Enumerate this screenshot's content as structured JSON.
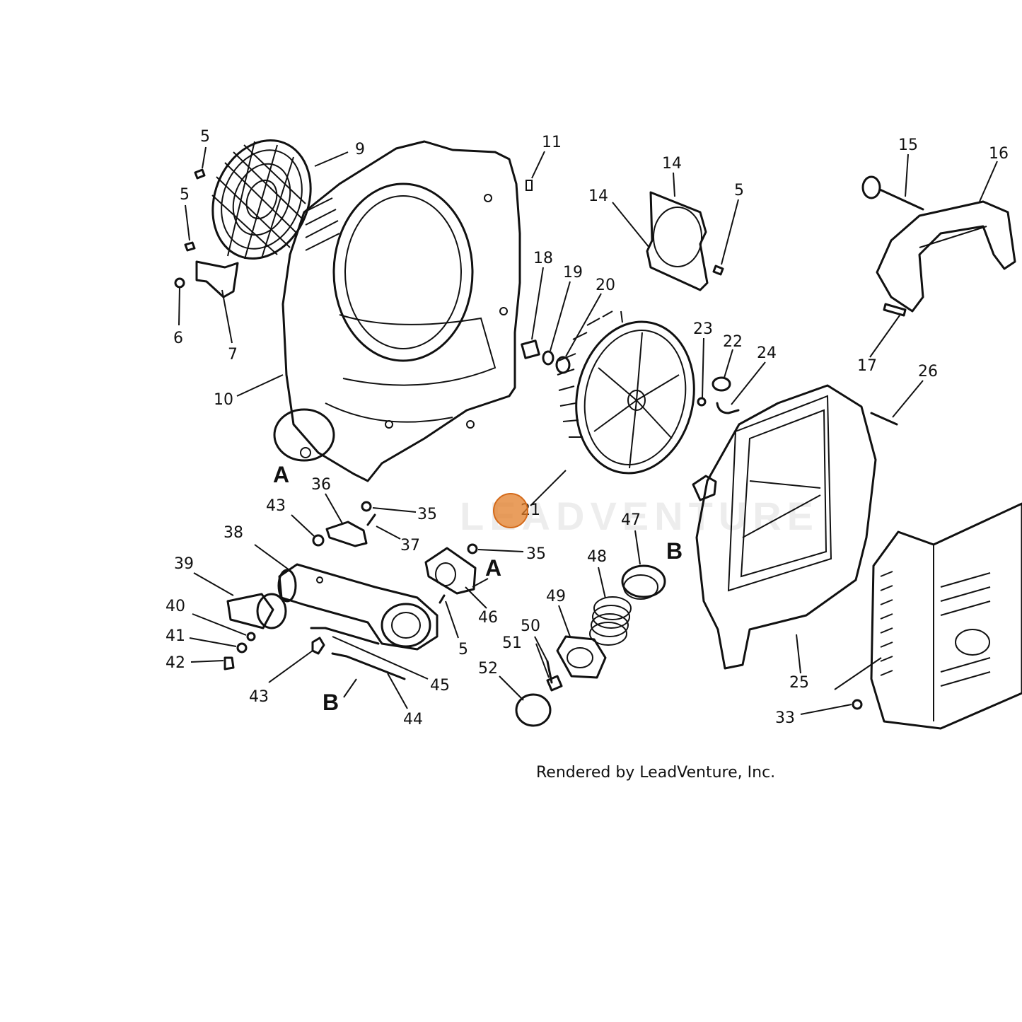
{
  "diagram": {
    "watermark": "LEADVENTURE",
    "credit": "Rendered by LeadVenture, Inc.",
    "hotspot_part": "21",
    "hotspot_color": "#e07d28",
    "labels": {
      "l5a": "5",
      "l9": "9",
      "l5b": "5",
      "l6": "6",
      "l7": "7",
      "l10": "10",
      "l11": "11",
      "l14a": "14",
      "l14b": "14",
      "l5c": "5",
      "l15": "15",
      "l16": "16",
      "l17": "17",
      "l18": "18",
      "l19": "19",
      "l20": "20",
      "l21": "21",
      "l22": "22",
      "l23": "23",
      "l24": "24",
      "l26": "26",
      "l36": "36",
      "l43a": "43",
      "l35a": "35",
      "l37": "37",
      "l35b": "35",
      "l38": "38",
      "l39": "39",
      "l40": "40",
      "l41": "41",
      "l42": "42",
      "l43b": "43",
      "l44": "44",
      "l45": "45",
      "l46": "46",
      "l5d": "5",
      "l47": "47",
      "l48": "48",
      "l49": "49",
      "l50": "50",
      "l51": "51",
      "l52": "52",
      "l25": "25",
      "l33": "33"
    },
    "refs": {
      "a1": "A",
      "a2": "A",
      "b1": "B",
      "b2": "B"
    }
  }
}
